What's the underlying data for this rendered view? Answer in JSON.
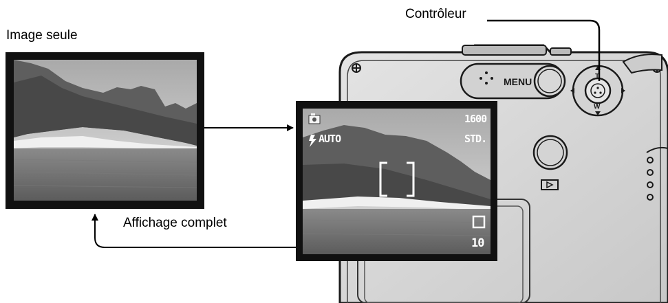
{
  "labels": {
    "single_image": "Image seule",
    "full_display": "Affichage complet",
    "controller": "Contrôleur"
  },
  "camera": {
    "menu_label": "MENU",
    "zoom_tele": "T",
    "zoom_wide": "W"
  },
  "lcd": {
    "image_size": "1600",
    "flash_mode": "AUTO",
    "quality": "STD.",
    "frames_remaining": "10"
  },
  "icons": [
    "camera-mode-icon",
    "flash-icon",
    "drive-mode-single-icon",
    "playback-icon",
    "tripod-socket-icon",
    "focus-bracket-icon"
  ],
  "colors": {
    "body_fill": "#d9d9d9",
    "body_outline": "#1a1a1a",
    "lcd_frame": "#111111",
    "photo_sky": "#cfcfcf",
    "photo_cliff": "#5a5a5a",
    "photo_sea": "#6d6d6d"
  }
}
